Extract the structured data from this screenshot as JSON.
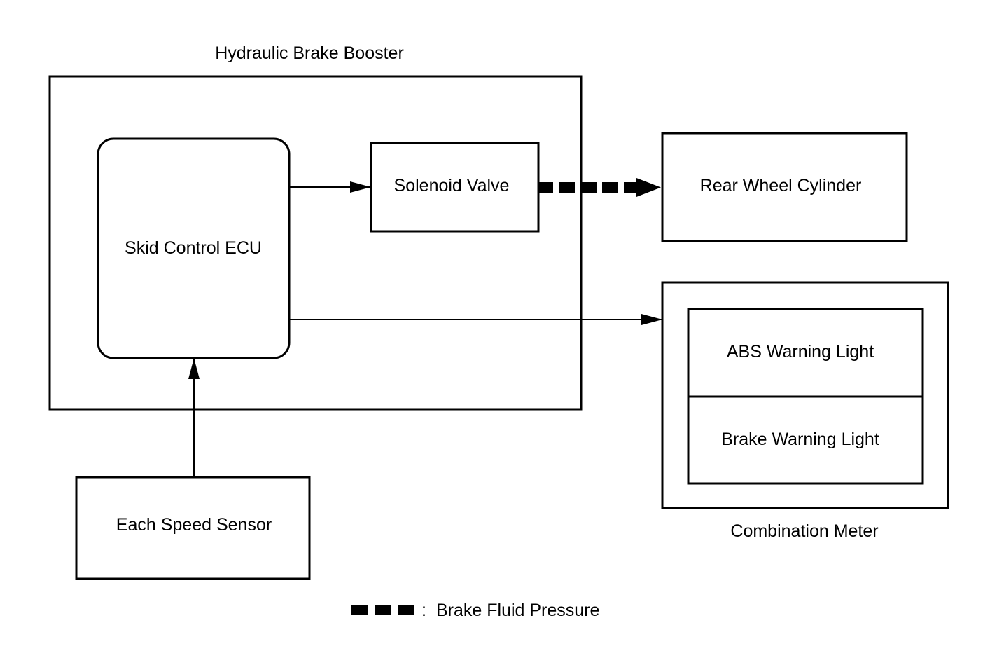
{
  "diagram": {
    "labels": {
      "hydraulic_brake_booster": "Hydraulic Brake Booster",
      "skid_control_ecu": "Skid Control ECU",
      "solenoid_valve": "Solenoid Valve",
      "rear_wheel_cylinder": "Rear Wheel Cylinder",
      "abs_warning_light": "ABS Warning Light",
      "brake_warning_light": "Brake Warning Light",
      "combination_meter": "Combination Meter",
      "each_speed_sensor": "Each Speed Sensor"
    },
    "legend": {
      "separator": ":",
      "text": "Brake Fluid Pressure"
    },
    "line_color": "#000000",
    "background_color": "#ffffff"
  }
}
